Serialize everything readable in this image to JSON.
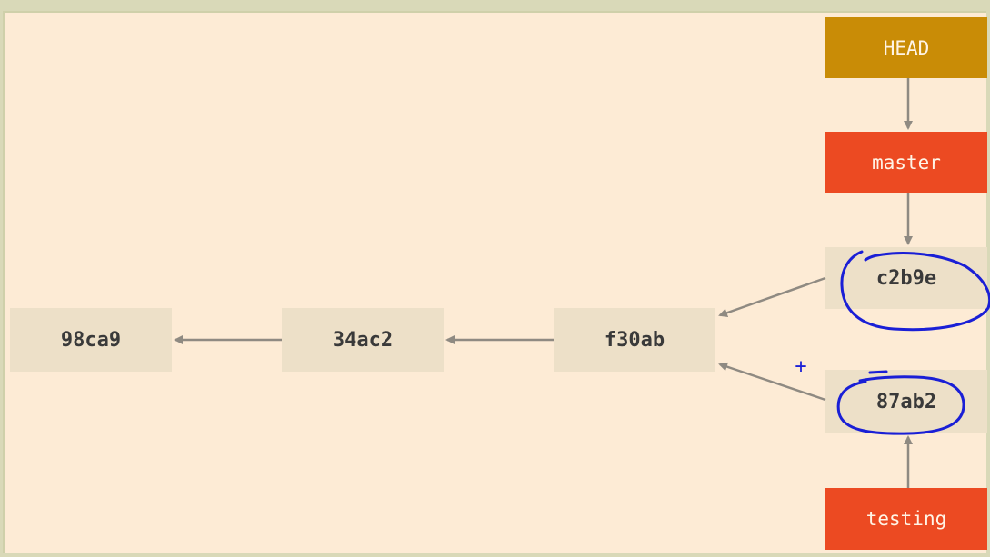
{
  "commits": {
    "c1": "98ca9",
    "c2": "34ac2",
    "c3": "f30ab",
    "c4": "c2b9e",
    "c5": "87ab2"
  },
  "refs": {
    "head": "HEAD",
    "master": "master",
    "testing": "testing"
  },
  "annotation": {
    "plus": "+"
  },
  "colors": {
    "background": "#fdebd5",
    "commit_fill": "#ede0c8",
    "head_fill": "#c98c06",
    "branch_fill": "#ec4a22",
    "arrow": "#8f8a82",
    "annotation_ink": "#1a1fd6"
  }
}
